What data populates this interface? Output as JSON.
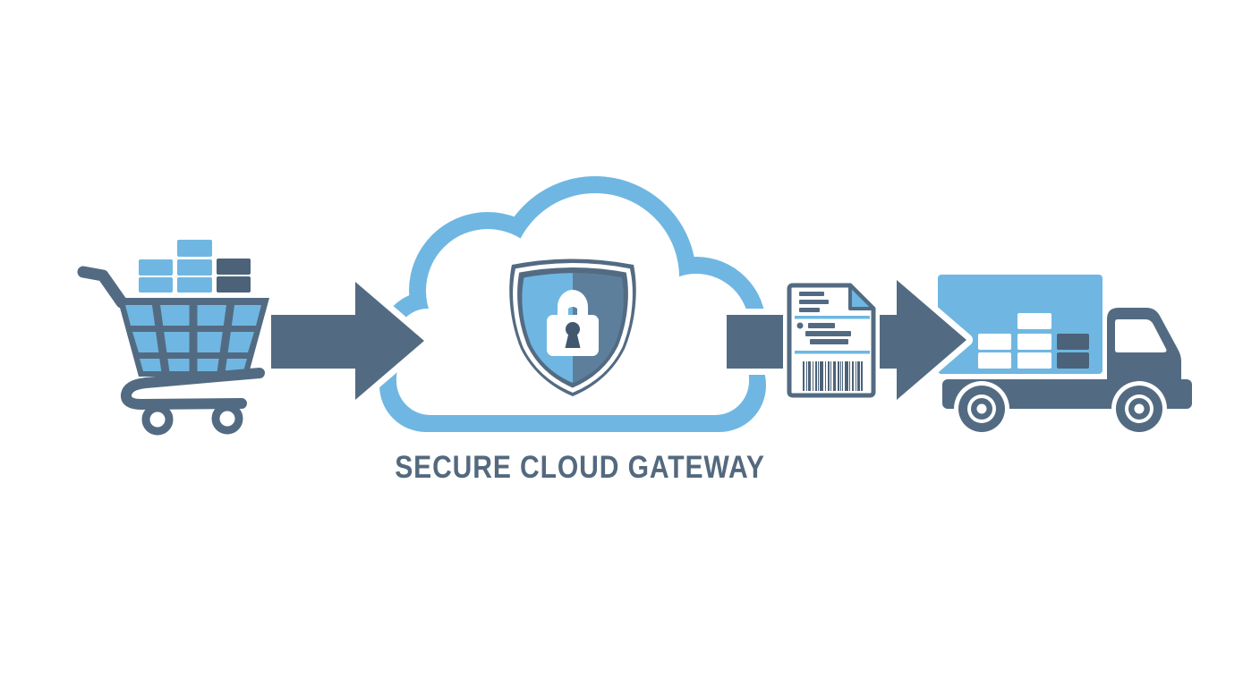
{
  "title": "Secure Cloud Gateway flow diagram",
  "label": {
    "text": "SECURE CLOUD GATEWAY"
  },
  "palette": {
    "light_blue": "#6FB7E2",
    "slate": "#536B82",
    "slate_dark": "#4C6278",
    "slate_mid": "#5D7F9C",
    "keyhole": "#42586E",
    "text_color": "#54697E",
    "white": "#FFFFFF"
  },
  "diagram": {
    "type": "flow",
    "nodes": [
      {
        "id": "shopping-cart",
        "icon": "shopping-cart-with-boxes"
      },
      {
        "id": "secure-cloud-gateway",
        "icon": "cloud-with-shield-lock",
        "label": "SECURE CLOUD GATEWAY"
      },
      {
        "id": "invoice",
        "icon": "receipt-with-barcode"
      },
      {
        "id": "delivery-truck",
        "icon": "delivery-truck-with-boxes"
      }
    ],
    "edges": [
      {
        "from": "shopping-cart",
        "to": "secure-cloud-gateway"
      },
      {
        "from": "secure-cloud-gateway",
        "to": "delivery-truck"
      }
    ]
  }
}
